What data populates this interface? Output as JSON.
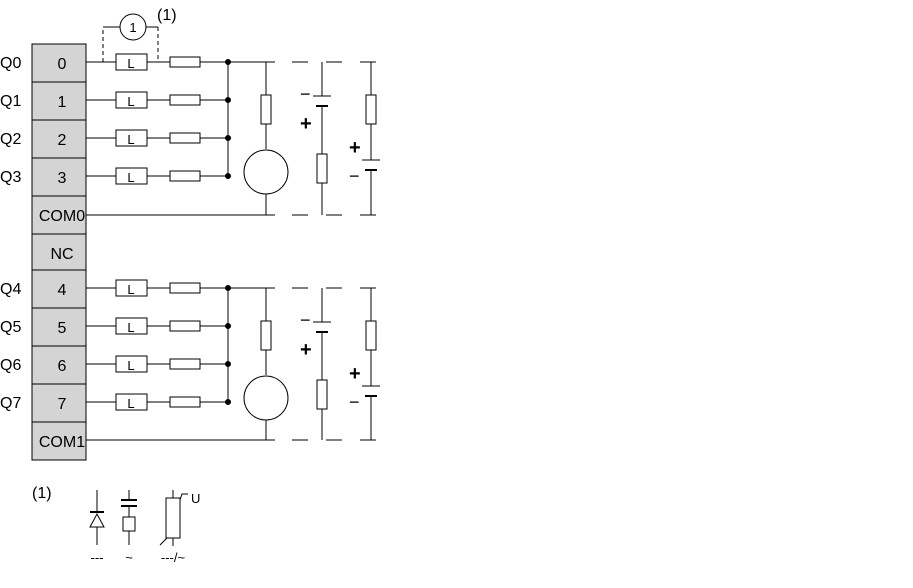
{
  "block1": {
    "terminals": [
      "0",
      "1",
      "2",
      "3",
      "COM0"
    ],
    "outputs": [
      "Q0",
      "Q1",
      "Q2",
      "Q3"
    ]
  },
  "nc_label": "NC",
  "block2": {
    "terminals": [
      "4",
      "5",
      "6",
      "7",
      "COM1"
    ],
    "outputs": [
      "Q4",
      "Q5",
      "Q6",
      "Q7"
    ]
  },
  "load_label": "L",
  "protection_marker": "1",
  "note_ref": "(1)",
  "legend": {
    "ref": "(1)",
    "varistor_label": "U",
    "diode_supply": "---",
    "rc_supply": "~",
    "varistor_supply": "---/~"
  },
  "polarity": {
    "plus": "+",
    "minus": "−"
  }
}
